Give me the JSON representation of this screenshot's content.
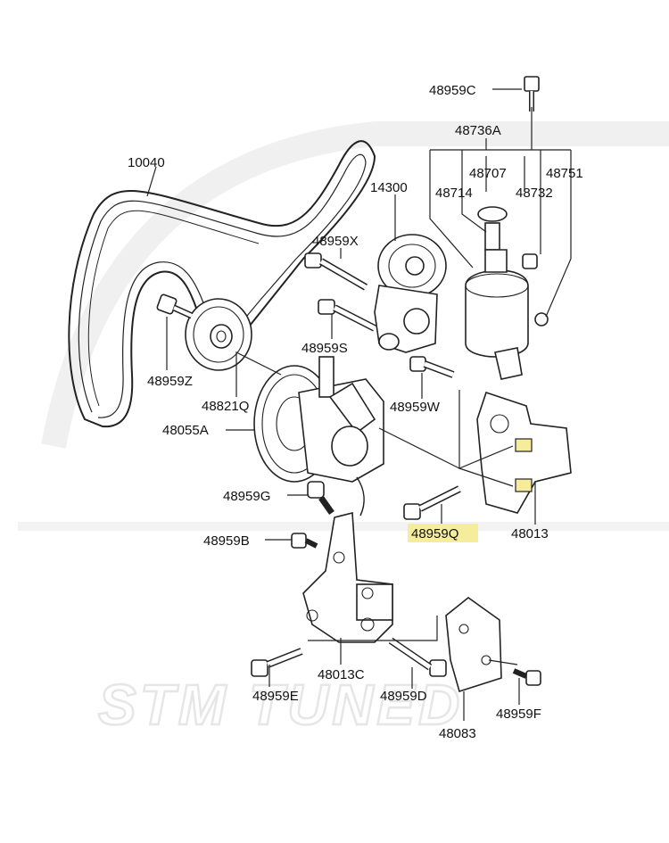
{
  "watermark": "STM TUNED",
  "highlight_color": "#f5ec9c",
  "callouts": [
    {
      "id": "c-48959c",
      "text": "48959C"
    },
    {
      "id": "c-48736a",
      "text": "48736A"
    },
    {
      "id": "c-10040",
      "text": "10040"
    },
    {
      "id": "c-48707",
      "text": "48707"
    },
    {
      "id": "c-48751",
      "text": "48751"
    },
    {
      "id": "c-14300",
      "text": "14300"
    },
    {
      "id": "c-48714",
      "text": "48714"
    },
    {
      "id": "c-48732",
      "text": "48732"
    },
    {
      "id": "c-48959x",
      "text": "48959X"
    },
    {
      "id": "c-48959s",
      "text": "48959S"
    },
    {
      "id": "c-48959z",
      "text": "48959Z"
    },
    {
      "id": "c-48821q",
      "text": "48821Q"
    },
    {
      "id": "c-48959w",
      "text": "48959W"
    },
    {
      "id": "c-48055a",
      "text": "48055A"
    },
    {
      "id": "c-48959g",
      "text": "48959G"
    },
    {
      "id": "c-48959q",
      "text": "48959Q"
    },
    {
      "id": "c-48013",
      "text": "48013"
    },
    {
      "id": "c-48959b",
      "text": "48959B"
    },
    {
      "id": "c-48013c",
      "text": "48013C"
    },
    {
      "id": "c-48959e",
      "text": "48959E"
    },
    {
      "id": "c-48959d",
      "text": "48959D"
    },
    {
      "id": "c-48959f",
      "text": "48959F"
    },
    {
      "id": "c-48083",
      "text": "48083"
    }
  ]
}
